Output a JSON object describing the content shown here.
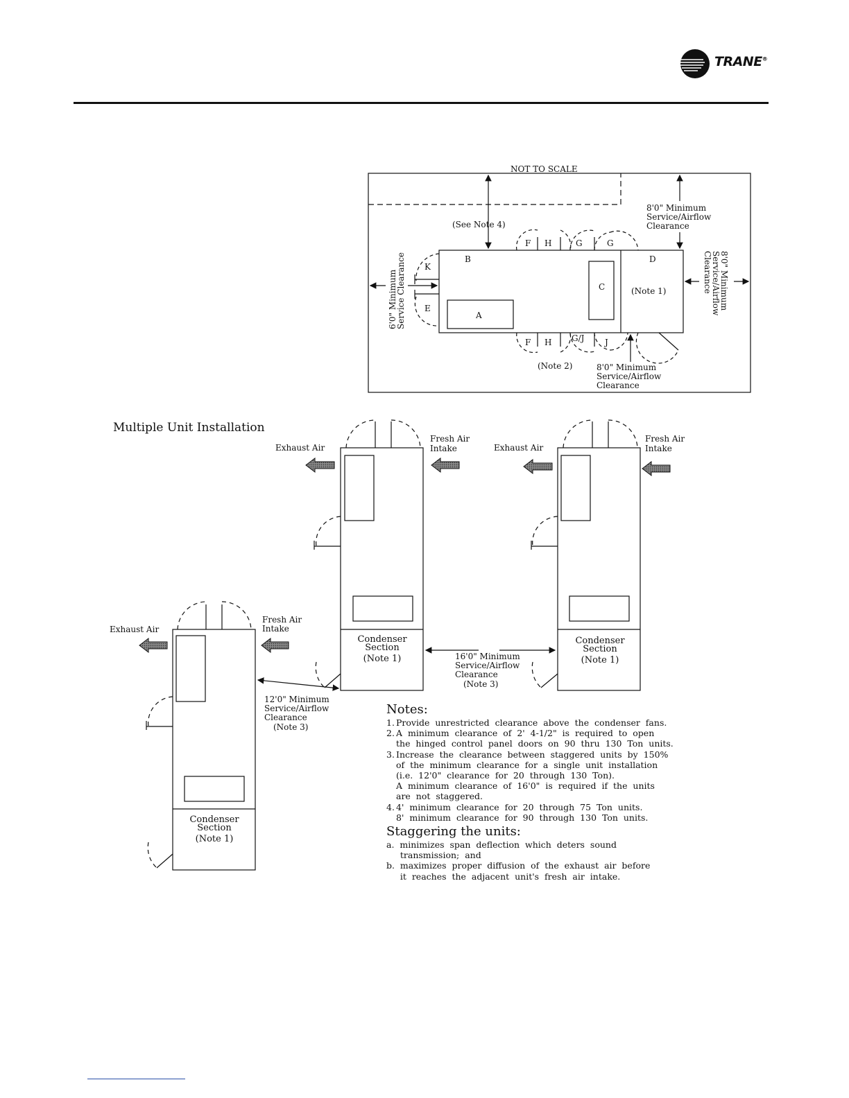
{
  "header": {
    "brand": "TRANE",
    "registered_mark": "®"
  },
  "top_diagram": {
    "scale_note": "NOT TO SCALE",
    "top_clearance": [
      "8'0\"  Minimum",
      "Service/Airflow",
      "Clearance"
    ],
    "see_note_4": "(See Note 4)",
    "left_clearance": [
      "6'0\"  Minimum",
      "Service Clearance"
    ],
    "right_clearance": [
      "8'0\"  Minimum",
      "Service/Airflow",
      "Clearance"
    ],
    "bottom_clearance": [
      "8'0\"  Minimum",
      "Service/Airflow",
      "Clearance"
    ],
    "note_2": "(Note  2)",
    "note_1": "(Note  1)",
    "labels": {
      "A": "A",
      "B": "B",
      "C": "C",
      "D": "D",
      "E": "E",
      "K": "K",
      "F_top": "F",
      "H_top": "H",
      "G_top1": "G",
      "G_top2": "G",
      "F_bot": "F",
      "H_bot": "H",
      "GJ_bot": "G/J",
      "J_bot": "J"
    }
  },
  "multi": {
    "title": "Multiple  Unit  Installation",
    "exhaust": "Exhaust  Air",
    "fresh": [
      "Fresh  Air",
      "Intake"
    ],
    "condenser": [
      "Condenser",
      "Section",
      "(Note  1)"
    ],
    "clearance_12": [
      "12'0\"  Minimum",
      "Service/Airflow",
      "Clearance",
      "(Note  3)"
    ],
    "clearance_16": [
      "16'0\"  Minimum",
      "Service/Airflow",
      "Clearance",
      "(Note  3)"
    ]
  },
  "notes": {
    "title": "Notes:",
    "lines": [
      {
        "num": "1.",
        "text": "Provide  unrestricted  clearance  above  the  condenser  fans."
      },
      {
        "num": "2.",
        "text": "A  minimum  clearance  of  2'  4-1/2\"  is  required  to  open"
      },
      {
        "num": "",
        "text": "the  hinged  control  panel  doors  on  90  thru  130  Ton  units."
      },
      {
        "num": "3.",
        "text": "Increase  the  clearance  between  staggered  units  by  150%"
      },
      {
        "num": "",
        "text": "of  the  minimum  clearance  for  a  single  unit  installation"
      },
      {
        "num": "",
        "text": "(i.e.  12'0\"  clearance  for  20  through  130  Ton)."
      },
      {
        "num": "",
        "text": "A  minimum  clearance  of  16'0\"  is  required  if  the  units"
      },
      {
        "num": "",
        "text": "are  not  staggered."
      },
      {
        "num": "4.",
        "text": "4'  minimum  clearance  for  20  through  75  Ton  units."
      },
      {
        "num": "",
        "text": "8'  minimum  clearance  for  90  through  130  Ton  units."
      }
    ],
    "stagger_title": "Staggering  the  units:",
    "stagger_lines": [
      "a.  minimizes  span  deflection  which  deters  sound",
      "     transmission;  and",
      "b.  maximizes  proper  diffusion  of  the  exhaust  air  before",
      "     it  reaches  the  adjacent  unit's  fresh  air  intake."
    ]
  }
}
